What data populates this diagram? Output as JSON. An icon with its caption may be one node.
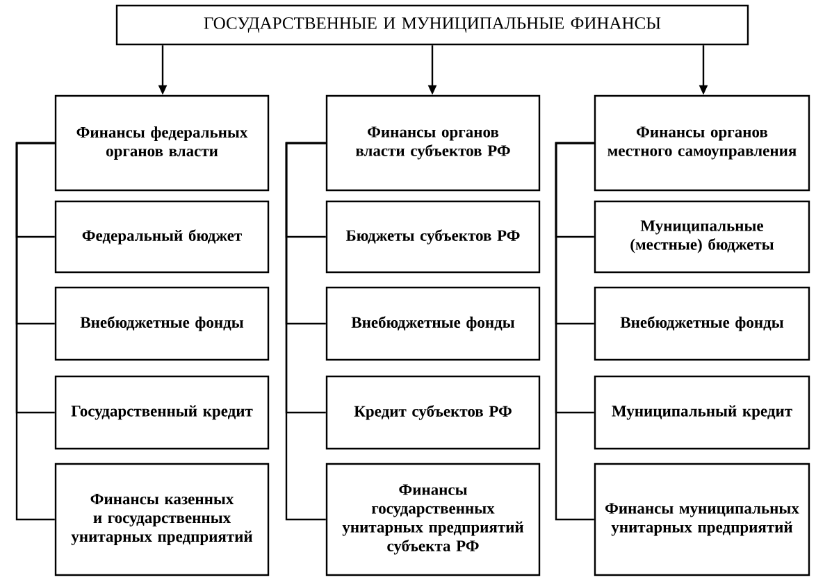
{
  "diagram": {
    "nodes": [
      {
        "text": [
          "ГОСУДАРСТВЕННЫЕ И МУНИЦИПАЛЬНЫЕ ФИНАНСЫ"
        ]
      },
      {
        "text": [
          "Финансы федеральных органов власти"
        ]
      },
      {
        "text": [
          "Федеральный бюджет"
        ]
      },
      {
        "text": [
          "Внебюджетные фонды"
        ]
      },
      {
        "text": [
          "Государственный кредит"
        ]
      },
      {
        "text": [
          "Финансы казенных и государственных унитарных предприятий"
        ]
      },
      {
        "text": [
          "Финансы органов власти субъектов РФ"
        ]
      },
      {
        "text": [
          "Бюджеты субъектов РФ"
        ]
      },
      {
        "text": [
          "Внебюджетные фонды"
        ]
      },
      {
        "text": [
          "Кредит субъектов РФ"
        ]
      },
      {
        "text": [
          "Финансы государственных унитарных предприятий субъекта РФ"
        ]
      },
      {
        "text": [
          "Финансы органов местного самоуправления"
        ]
      },
      {
        "text": [
          "Муниципальные (местные) бюджеты"
        ]
      },
      {
        "text": [
          "Внебюджетные фонды"
        ]
      },
      {
        "text": [
          "Муниципальный кредит"
        ]
      },
      {
        "text": [
          "Финансы муниципальных унитарных предприятий"
        ]
      }
    ],
    "edges": [
      {
        "from": 0,
        "to": 1,
        "arrow": "to"
      },
      {
        "from": 0,
        "to": 6,
        "arrow": "to"
      },
      {
        "from": 0,
        "to": 11,
        "arrow": "to"
      },
      {
        "from": 1,
        "to": 2,
        "arrow": "none"
      },
      {
        "from": 1,
        "to": 3,
        "arrow": "none"
      },
      {
        "from": 1,
        "to": 4,
        "arrow": "none"
      },
      {
        "from": 1,
        "to": 5,
        "arrow": "none"
      },
      {
        "from": 6,
        "to": 7,
        "arrow": "none"
      },
      {
        "from": 6,
        "to": 8,
        "arrow": "none"
      },
      {
        "from": 6,
        "to": 9,
        "arrow": "none"
      },
      {
        "from": 6,
        "to": 10,
        "arrow": "none"
      },
      {
        "from": 11,
        "to": 12,
        "arrow": "none"
      },
      {
        "from": 11,
        "to": 13,
        "arrow": "none"
      },
      {
        "from": 11,
        "to": 14,
        "arrow": "none"
      },
      {
        "from": 11,
        "to": 15,
        "arrow": "none"
      }
    ]
  }
}
